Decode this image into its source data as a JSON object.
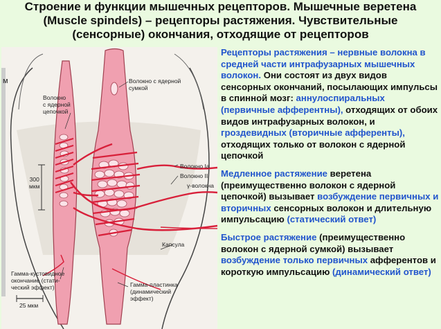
{
  "title": {
    "line1": "Строение и функции мышечных рецепторов. Мышечные веретена",
    "line2": "(Muscle spindels) – рецепторы растяжения. Чувствительные",
    "line3": "(сенсорные) окончания, отходящие от рецепторов"
  },
  "figure": {
    "labels": {
      "side_m": "м",
      "fiber_chain": [
        "Волокно",
        "с ядерной",
        "цепочкой"
      ],
      "fiber_bag": [
        "Волокно с ядерной",
        "сумкой"
      ],
      "fiber_1a": "Волокно Ia",
      "fiber_2": "Волокно II",
      "gamma_fiber": "γ-волокна",
      "scale_300": [
        "300",
        "мкм"
      ],
      "capsule": "Капсула",
      "gamma_bush": [
        "Гамма-кустовидное",
        "окончание (стати-",
        "ческий эффект)"
      ],
      "gamma_plate": [
        "Гамма-пластинка",
        "(динамический",
        "эффект)"
      ],
      "scale_25": "25 мкм"
    }
  },
  "paragraph1": {
    "p1": "Рецепторы растяжения – ",
    "p2": "нервные волокна в средней части интрафузарных мышечных волокон.",
    "p3": " Они состоят из двух видов сенсорных окончаний, посылающих импульсы в спинной мозг: ",
    "p4": "аннулоспиральных (первичные афферентны),",
    "p5": " отходящих от обоих видов интрафузарных волокон, и ",
    "p6": "гроздевидных (вторичные афференты),",
    "p7": " отходящих только от волокон с ядерной цепочкой"
  },
  "paragraph2": {
    "p1": "Медленное растяжение",
    "p2": " веретена (преимущественно волокон с ядерной цепочкой) вызывает ",
    "p3": "возбуждение первичных и вторичных",
    "p4": " сенсорных волокон  и  длительную импульсацию ",
    "p5": "(статический ответ)"
  },
  "paragraph3": {
    "p1": "Быстрое растяжение",
    "p2": " (преимущественно волокон с ядерной сумкой) вызывает ",
    "p3": "возбуждение только первичных",
    "p4": " афферентов  и короткую импульсацию ",
    "p5": "(динамический ответ)"
  },
  "colors": {
    "background": "#eafae0",
    "highlight_blue": "#2255cc",
    "fiber_pink": "#f0a0b0",
    "nerve_red": "#d8203a"
  }
}
